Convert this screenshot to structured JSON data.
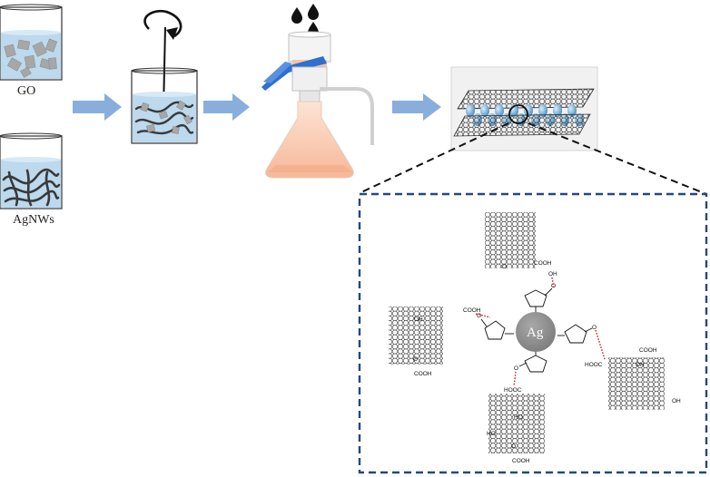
{
  "labels": {
    "go": "GO",
    "agnws": "AgNWs",
    "ag_core": "Ag"
  },
  "groups": {
    "cooh": "COOH",
    "hooc": "HOOC",
    "oh": "OH",
    "ho": "HO",
    "o": "O"
  },
  "colors": {
    "arrow": "#8aaedb",
    "water": "#bcd9ee",
    "flask_liquid": "#f7c7ad",
    "dashed_frame": "#23497f",
    "ag_sphere": "#8c8c8c",
    "hbond": "#cc2222",
    "filter_clamp": "#2f6fd0"
  },
  "icons": [
    "rotation-arrow-icon",
    "water-drops-icon",
    "magnifier-icon"
  ]
}
